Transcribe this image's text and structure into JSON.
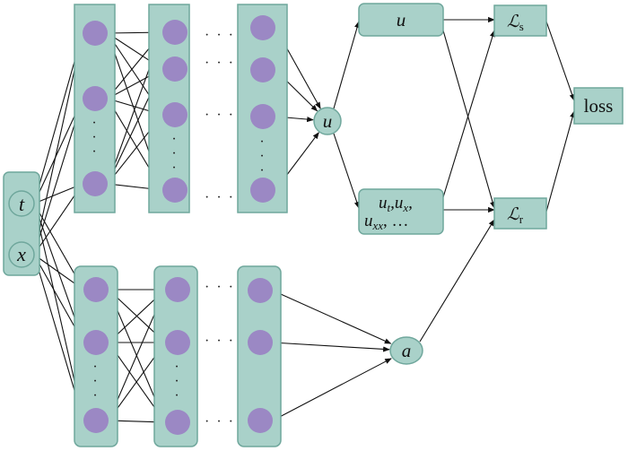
{
  "inputs": {
    "t": "t",
    "x": "x"
  },
  "hidden_ellipsis": "· · ·",
  "vertical_ellipsis": "·",
  "upper_output": "u",
  "lower_output": "a",
  "boxes": {
    "u": "u",
    "derivs_line1": "ut, ux,",
    "derivs_line1_parts": [
      "u",
      "t",
      ",",
      "u",
      "x",
      ","
    ],
    "derivs_line2_parts": [
      "u",
      "xx",
      ", …"
    ],
    "loss_s": "ℒs",
    "loss_s_parts": [
      "ℒ",
      "s"
    ],
    "loss_r": "ℒr",
    "loss_r_parts": [
      "ℒ",
      "r"
    ],
    "loss": "loss"
  },
  "colors": {
    "column_fill": "#a9d1c9",
    "column_stroke": "#6fa79c",
    "node_fill": "#9b88c4",
    "edge": "#111111"
  }
}
